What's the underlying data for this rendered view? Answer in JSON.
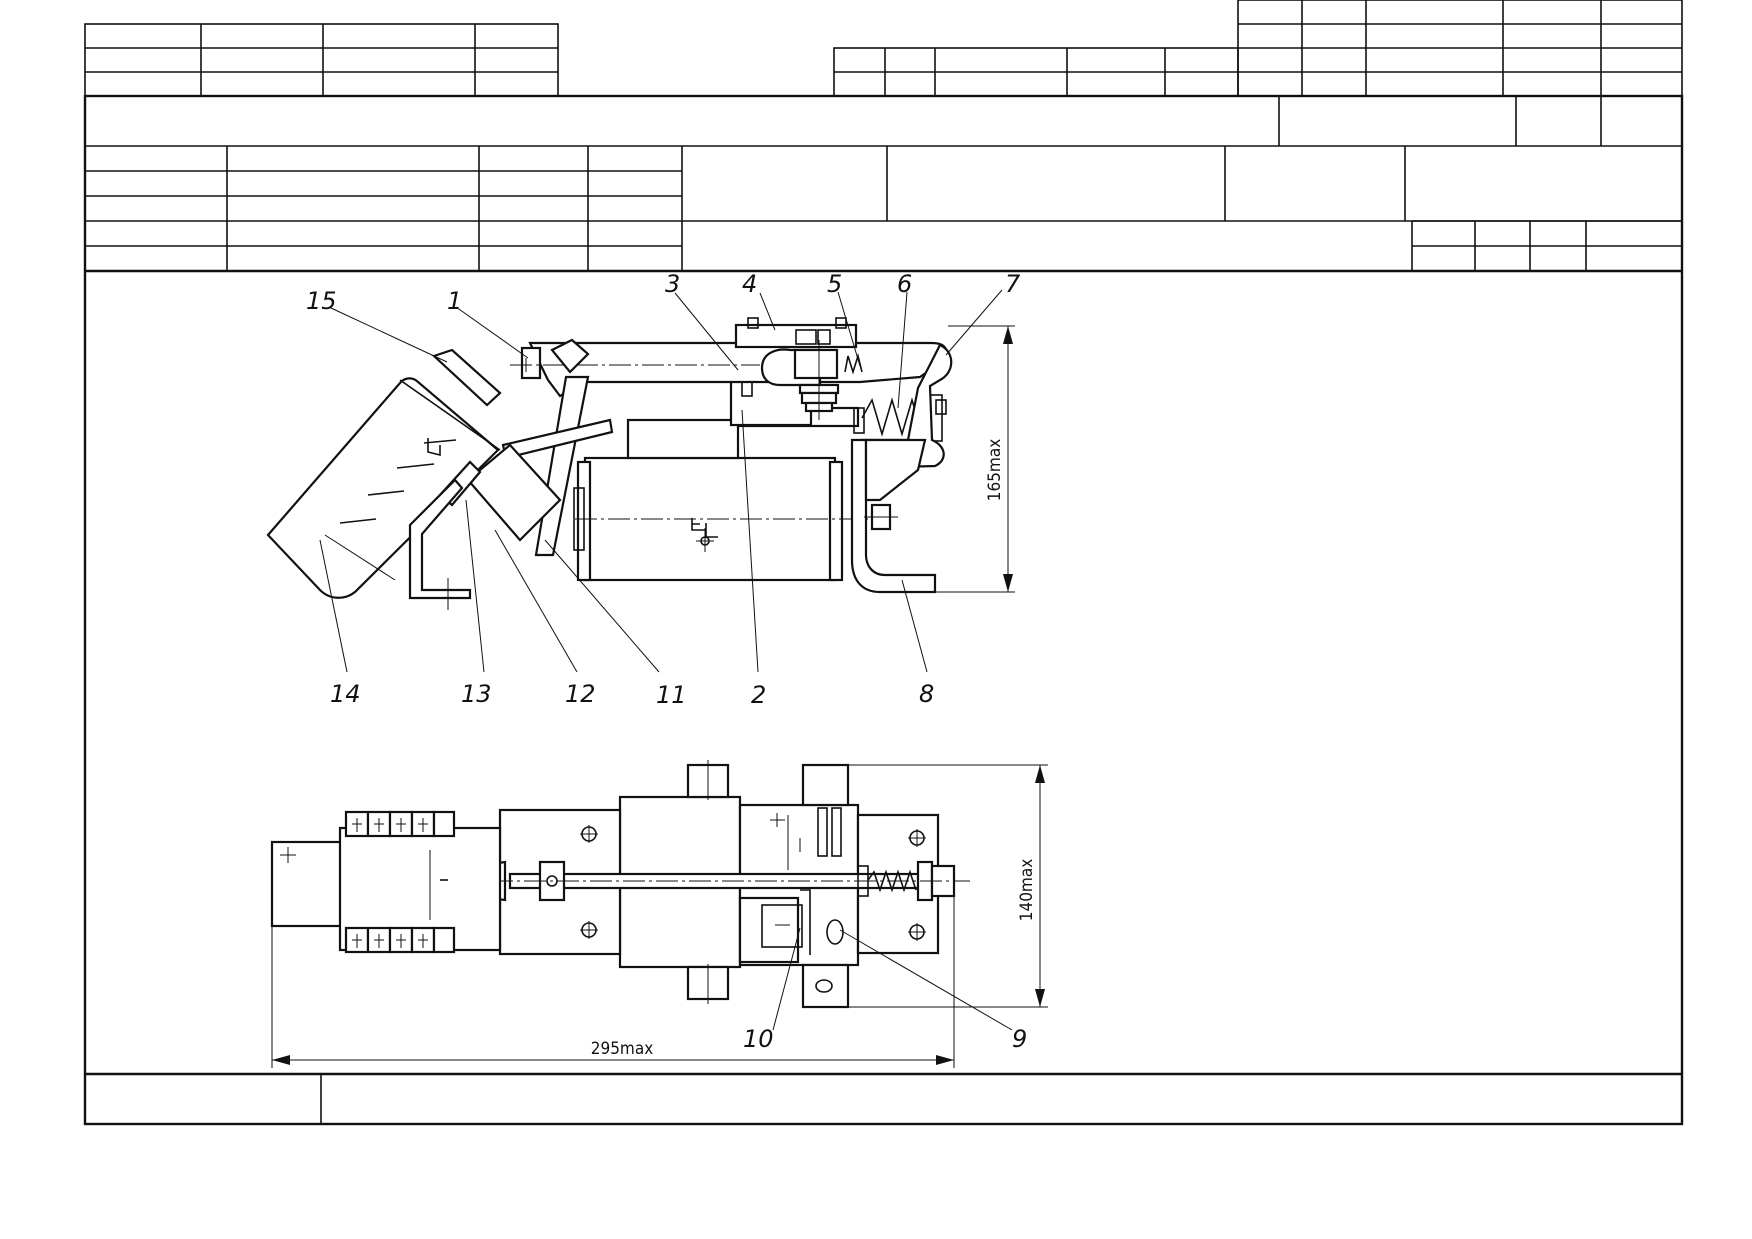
{
  "drawing": {
    "callouts": [
      "1",
      "2",
      "3",
      "4",
      "5",
      "6",
      "7",
      "8",
      "9",
      "10",
      "11",
      "12",
      "13",
      "14",
      "15"
    ],
    "dimensions": {
      "side_height": "165max",
      "top_width": "140max",
      "overall_length": "295max"
    }
  }
}
